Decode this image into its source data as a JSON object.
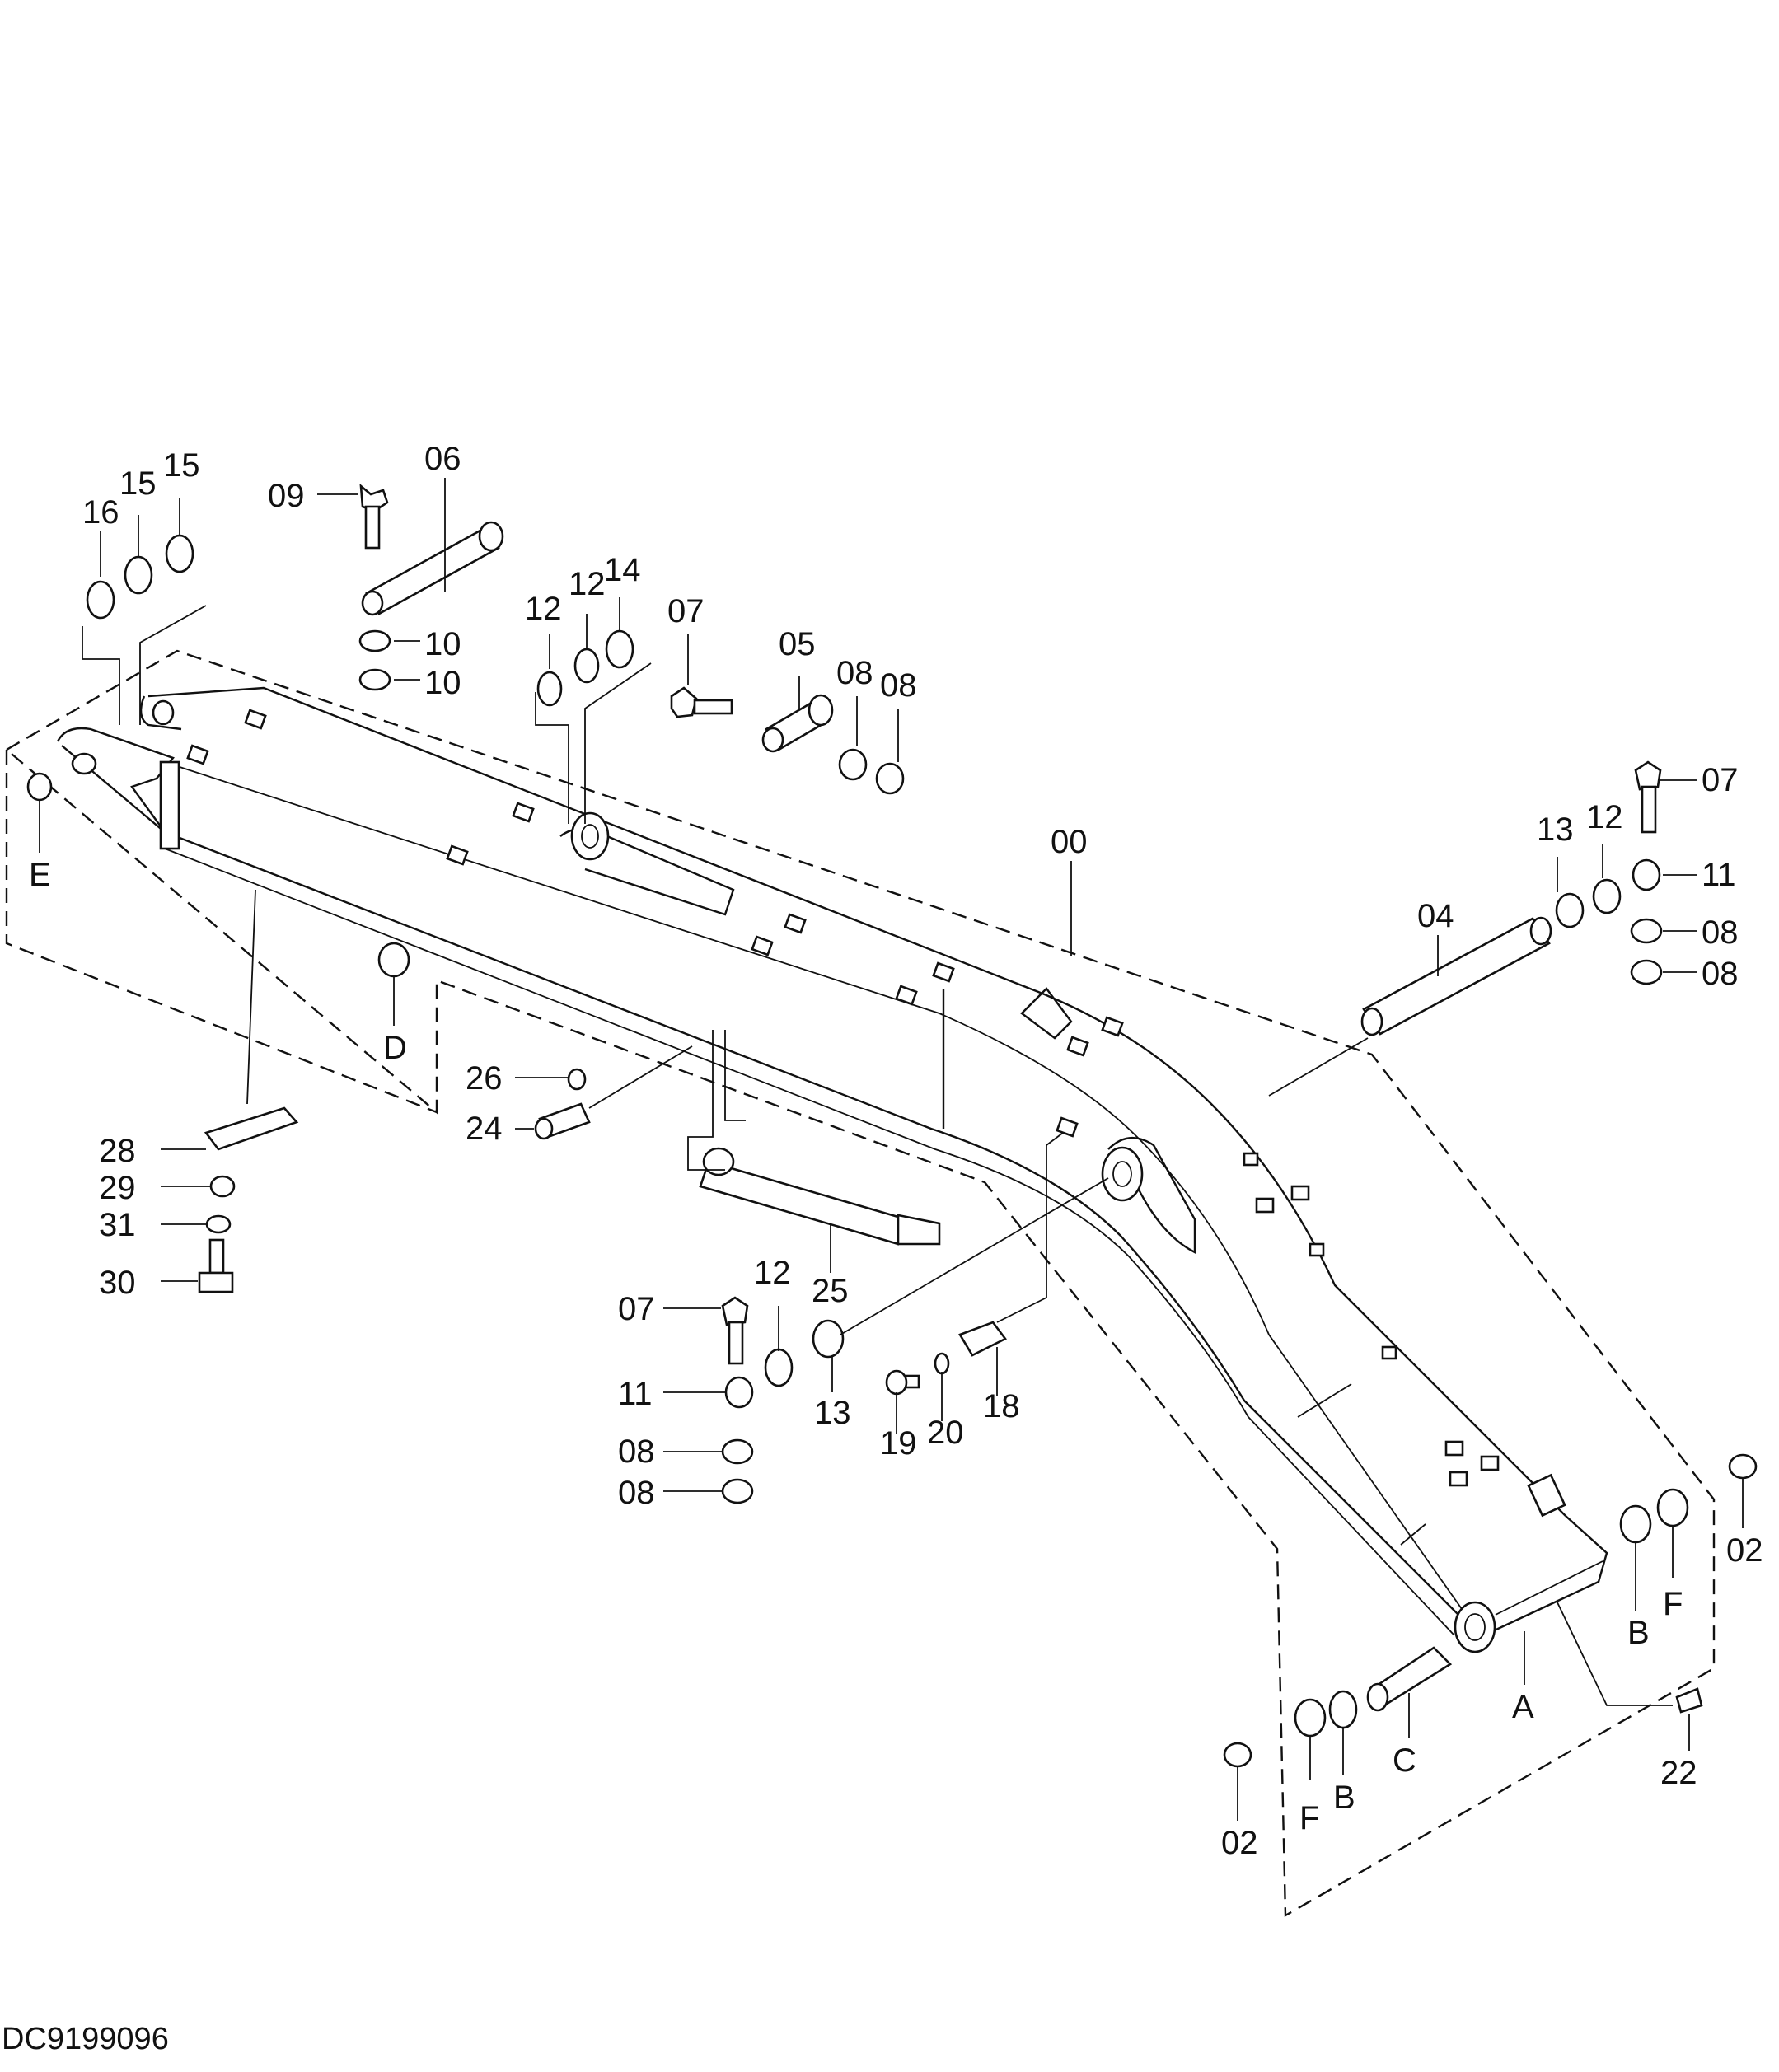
{
  "drawing_code": "DC9199096",
  "callouts": [
    {
      "id": "c00",
      "text": "00"
    },
    {
      "id": "c02a",
      "text": "02"
    },
    {
      "id": "c02b",
      "text": "02"
    },
    {
      "id": "c04",
      "text": "04"
    },
    {
      "id": "c05",
      "text": "05"
    },
    {
      "id": "c06",
      "text": "06"
    },
    {
      "id": "c07a",
      "text": "07"
    },
    {
      "id": "c07b",
      "text": "07"
    },
    {
      "id": "c07c",
      "text": "07"
    },
    {
      "id": "c08a",
      "text": "08"
    },
    {
      "id": "c08b",
      "text": "08"
    },
    {
      "id": "c08c",
      "text": "08"
    },
    {
      "id": "c08d",
      "text": "08"
    },
    {
      "id": "c08e",
      "text": "08"
    },
    {
      "id": "c08f",
      "text": "08"
    },
    {
      "id": "c09",
      "text": "09"
    },
    {
      "id": "c10a",
      "text": "10"
    },
    {
      "id": "c10b",
      "text": "10"
    },
    {
      "id": "c11a",
      "text": "11"
    },
    {
      "id": "c11b",
      "text": "11"
    },
    {
      "id": "c12a",
      "text": "12"
    },
    {
      "id": "c12b",
      "text": "12"
    },
    {
      "id": "c12c",
      "text": "12"
    },
    {
      "id": "c12d",
      "text": "12"
    },
    {
      "id": "c13a",
      "text": "13"
    },
    {
      "id": "c13b",
      "text": "13"
    },
    {
      "id": "c14",
      "text": "14"
    },
    {
      "id": "c15a",
      "text": "15"
    },
    {
      "id": "c15b",
      "text": "15"
    },
    {
      "id": "c16",
      "text": "16"
    },
    {
      "id": "c18",
      "text": "18"
    },
    {
      "id": "c19",
      "text": "19"
    },
    {
      "id": "c20",
      "text": "20"
    },
    {
      "id": "c22",
      "text": "22"
    },
    {
      "id": "c24",
      "text": "24"
    },
    {
      "id": "c25",
      "text": "25"
    },
    {
      "id": "c26",
      "text": "26"
    },
    {
      "id": "c28",
      "text": "28"
    },
    {
      "id": "c29",
      "text": "29"
    },
    {
      "id": "c30",
      "text": "30"
    },
    {
      "id": "c31",
      "text": "31"
    },
    {
      "id": "cA",
      "text": "A"
    },
    {
      "id": "cBa",
      "text": "B"
    },
    {
      "id": "cBb",
      "text": "B"
    },
    {
      "id": "cC",
      "text": "C"
    },
    {
      "id": "cD",
      "text": "D"
    },
    {
      "id": "cE",
      "text": "E"
    },
    {
      "id": "cFa",
      "text": "F"
    },
    {
      "id": "cFb",
      "text": "F"
    }
  ]
}
